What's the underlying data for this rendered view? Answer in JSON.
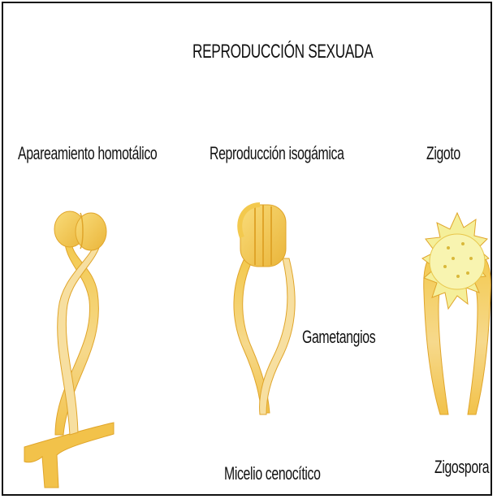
{
  "title": "REPRODUCCIÓN SEXUADA",
  "labels": {
    "homotalico": "Apareamiento homotálico",
    "isogamica": "Reproducción isogámica",
    "zigoto": "Zigoto",
    "gametangios": "Gametangios",
    "micelio": "Micelio cenocítico",
    "zigospora": "Zigospora"
  },
  "colors": {
    "hypha_fill": "#f3c94e",
    "hypha_light": "#f8e3a8",
    "hypha_outline": "#e0a52a",
    "zygospore": "#f5ef9a"
  }
}
